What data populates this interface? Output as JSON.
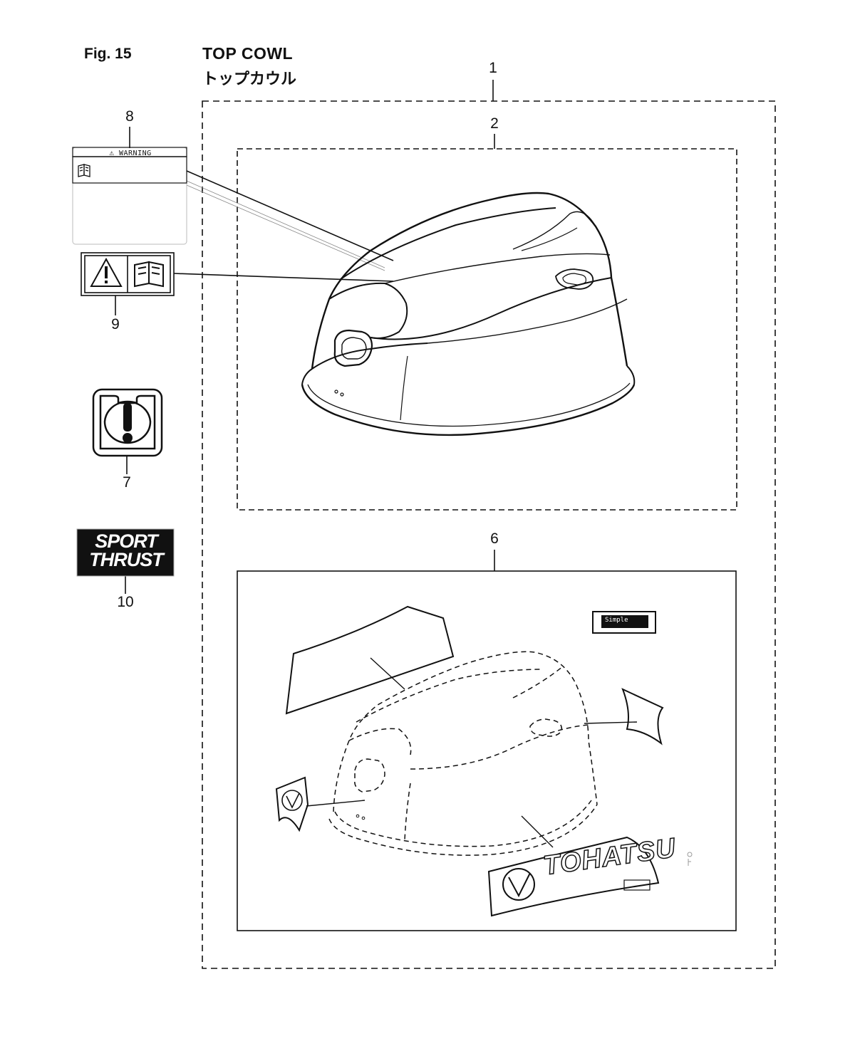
{
  "figure": {
    "label": "Fig. 15",
    "title_en": "TOP COWL",
    "title_jp": "トップカウル"
  },
  "callouts": {
    "c1": "1",
    "c2": "2",
    "c6": "6",
    "c7": "7",
    "c8": "8",
    "c9": "9",
    "c10": "10"
  },
  "labels": {
    "warning_heading": "WARNING",
    "sport_line1": "SPORT",
    "sport_line2": "THRUST",
    "brand_decal": "TOHATSU",
    "small_decal": "Simple"
  },
  "icons": [
    "warning-triangle-icon",
    "manual-book-icon",
    "exclamation-icon",
    "tohatsu-logo-icon"
  ]
}
